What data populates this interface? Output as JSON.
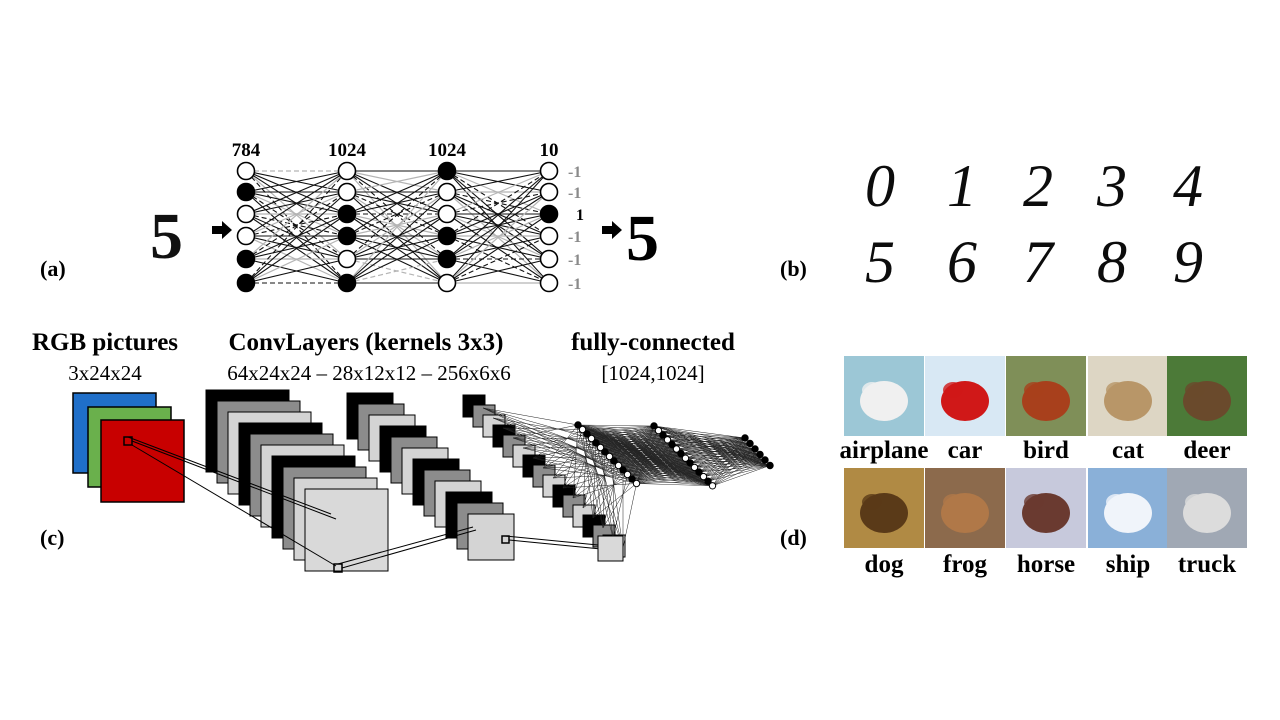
{
  "panels": {
    "a": {
      "label": "(a)",
      "input_digit": "5",
      "output_digit": "5",
      "layer_sizes": [
        "784",
        "1024",
        "1024",
        "10"
      ],
      "layer_activations": [
        [
          0,
          1,
          0,
          0,
          1,
          1
        ],
        [
          0,
          0,
          1,
          1,
          0,
          1
        ],
        [
          1,
          0,
          0,
          1,
          1,
          0
        ],
        [
          0,
          0,
          1,
          0,
          0,
          0
        ]
      ],
      "output_codes": [
        "-1",
        "-1",
        "1",
        "-1",
        "-1",
        "-1"
      ]
    },
    "b": {
      "label": "(b)",
      "digits": [
        "0",
        "1",
        "2",
        "3",
        "4",
        "5",
        "6",
        "7",
        "8",
        "9"
      ]
    },
    "c": {
      "label": "(c)",
      "input_title": "RGB pictures",
      "input_dims": "3x24x24",
      "conv_title": "ConvLayers (kernels 3x3)",
      "conv_dims": "64x24x24 – 28x12x12 – 256x6x6",
      "fc_title": "fully-connected",
      "fc_dims": "[1024,1024]",
      "channel_colors": [
        "#1f6fc9",
        "#6ab04c",
        "#c80000"
      ]
    },
    "d": {
      "label": "(d)",
      "classes": [
        "airplane",
        "car",
        "bird",
        "cat",
        "deer",
        "dog",
        "frog",
        "horse",
        "ship",
        "truck"
      ]
    }
  }
}
